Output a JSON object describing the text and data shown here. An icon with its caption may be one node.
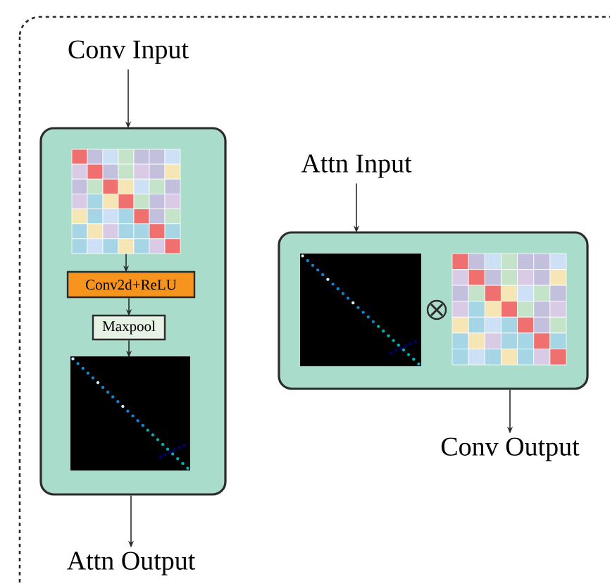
{
  "diagram": {
    "nodes": [
      {
        "text": [
          "Conv Input"
        ]
      },
      {
        "text": [],
        "shape": "box"
      },
      {
        "text": [],
        "shape": "picture",
        "in": 1
      },
      {
        "text": [
          "Conv2d+ReLU"
        ],
        "in": 1
      },
      {
        "text": [
          "Maxpool"
        ],
        "in": 1
      },
      {
        "text": [],
        "shape": "picture",
        "in": 1
      },
      {
        "text": [
          "Attn Output"
        ]
      },
      {
        "text": [
          "Attn Input"
        ]
      },
      {
        "text": [],
        "shape": "box"
      },
      {
        "text": [],
        "shape": "picture",
        "in": 8
      },
      {
        "text": [],
        "shape": "picture",
        "in": 8
      },
      {
        "text": [
          "Conv Output"
        ]
      }
    ],
    "edges": [
      {
        "from": 0,
        "to": 1,
        "arrow": "to"
      },
      {
        "from": 2,
        "to": 3,
        "arrow": "to"
      },
      {
        "from": 3,
        "to": 4,
        "arrow": "to"
      },
      {
        "from": 4,
        "to": 5,
        "arrow": "to"
      },
      {
        "from": 1,
        "to": 6,
        "arrow": "to"
      },
      {
        "from": 7,
        "to": 8,
        "arrow": "to"
      },
      {
        "from": 8,
        "to": 11,
        "arrow": "to"
      }
    ]
  }
}
